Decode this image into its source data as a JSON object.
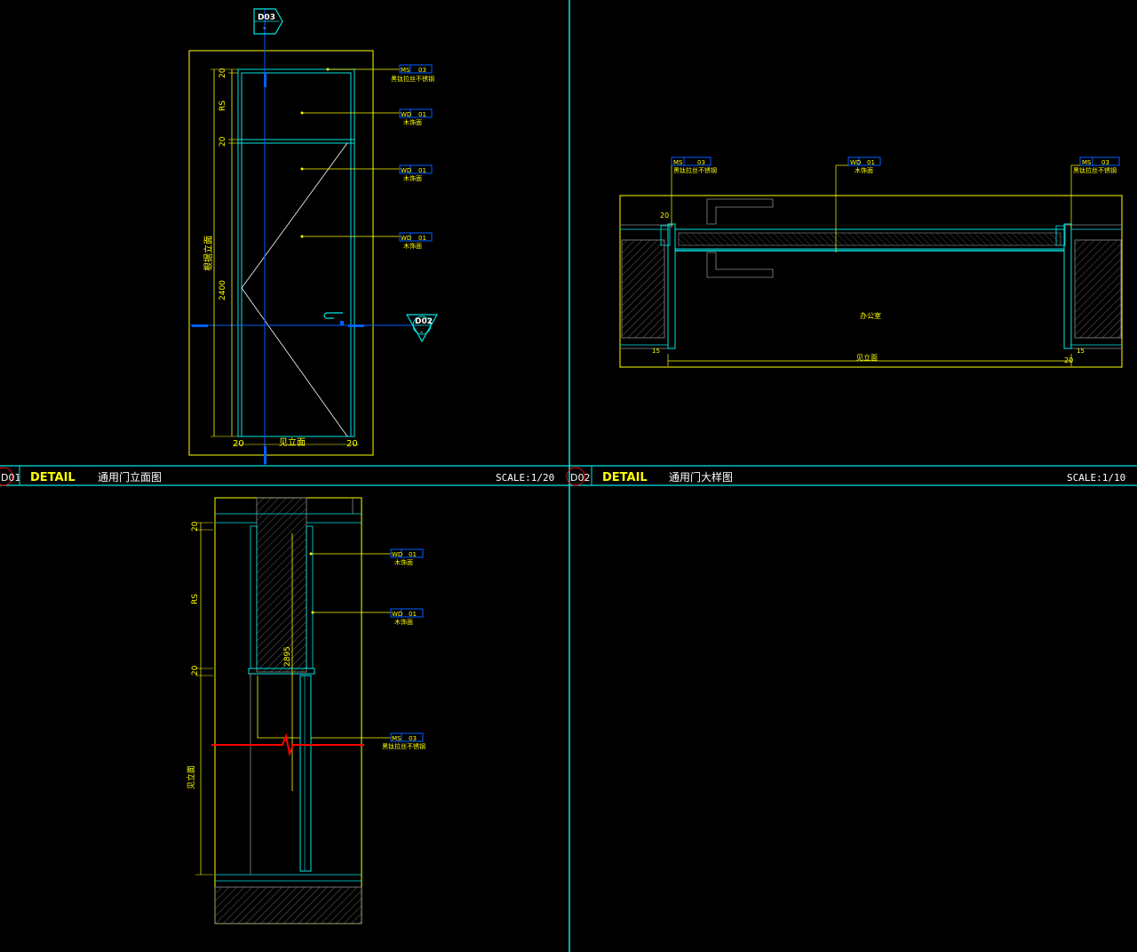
{
  "colors": {
    "background": "#000000",
    "cyan": "#00e5e5",
    "yellow": "#ffff00",
    "blue": "#0060ff",
    "white": "#ffffff",
    "red": "#ff0000",
    "grey": "#8c8c8c"
  },
  "titlebars": [
    {
      "num": "D01",
      "detail": "DETAIL",
      "title": "通用门立面图",
      "scale": "SCALE:1/20"
    },
    {
      "num": "D02",
      "detail": "DETAIL",
      "title": "通用门大样图",
      "scale": "SCALE:1/10"
    }
  ],
  "elevation": {
    "section_marker_top": {
      "id": "D03",
      "sub": "-"
    },
    "section_marker_right": {
      "id": "D02",
      "sub": "-"
    },
    "dims_left": [
      "20",
      "RS",
      "20",
      "根据立面",
      "2400"
    ],
    "dims_bottom": [
      "20",
      "见立面",
      "20"
    ],
    "tags": [
      {
        "code": "MS",
        "num": "03",
        "desc": "黑钛拉丝不锈钢"
      },
      {
        "code": "WD",
        "num": "01",
        "desc": "木饰面"
      },
      {
        "code": "WD",
        "num": "01",
        "desc": "木饰面"
      },
      {
        "code": "WD",
        "num": "01",
        "desc": "木饰面"
      }
    ]
  },
  "plan": {
    "tags": [
      {
        "code": "MS",
        "num": "03",
        "desc": "黑钛拉丝不锈钢"
      },
      {
        "code": "WD",
        "num": "01",
        "desc": "木饰面"
      },
      {
        "code": "MS",
        "num": "03",
        "desc": "黑钛拉丝不锈钢"
      }
    ],
    "room_label": "办公室",
    "dim_bottom": "见立面",
    "dims_small": [
      "20",
      "20",
      "15",
      "15"
    ]
  },
  "section": {
    "dims_left": [
      "20",
      "RS",
      "20",
      "见立面"
    ],
    "dim_inner": "2895",
    "tags": [
      {
        "code": "WD",
        "num": "01",
        "desc": "木饰面"
      },
      {
        "code": "WD",
        "num": "01",
        "desc": "木饰面"
      },
      {
        "code": "MS",
        "num": "03",
        "desc": "黑钛拉丝不锈钢"
      }
    ]
  }
}
